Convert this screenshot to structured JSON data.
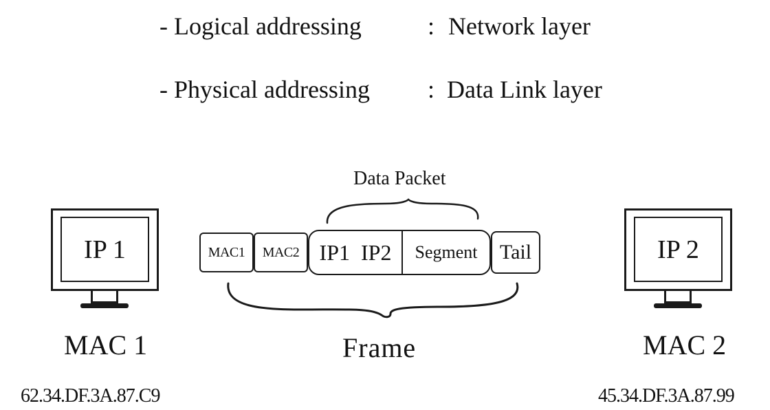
{
  "header": {
    "lines": [
      {
        "label": "- Logical addressing",
        "separator": ":",
        "layer": "Network layer"
      },
      {
        "label": "- Physical addressing",
        "separator": ":",
        "layer": "Data Link layer"
      }
    ]
  },
  "left_host": {
    "ip": "IP 1",
    "mac": "MAC 1",
    "address": "62.34.DF.3A.87.C9"
  },
  "right_host": {
    "ip": "IP 2",
    "mac": "MAC 2",
    "address": "45.34.DF.3A.87.99"
  },
  "frame": {
    "fields": {
      "mac1": "MAC1",
      "mac2": "MAC2",
      "ips": "IP1  IP2",
      "segment": "Segment",
      "tail": "Tail"
    },
    "packet_label": "Data Packet",
    "frame_label": "Frame"
  },
  "colors": {
    "ink": "#1a1a1a",
    "background": "#ffffff"
  }
}
